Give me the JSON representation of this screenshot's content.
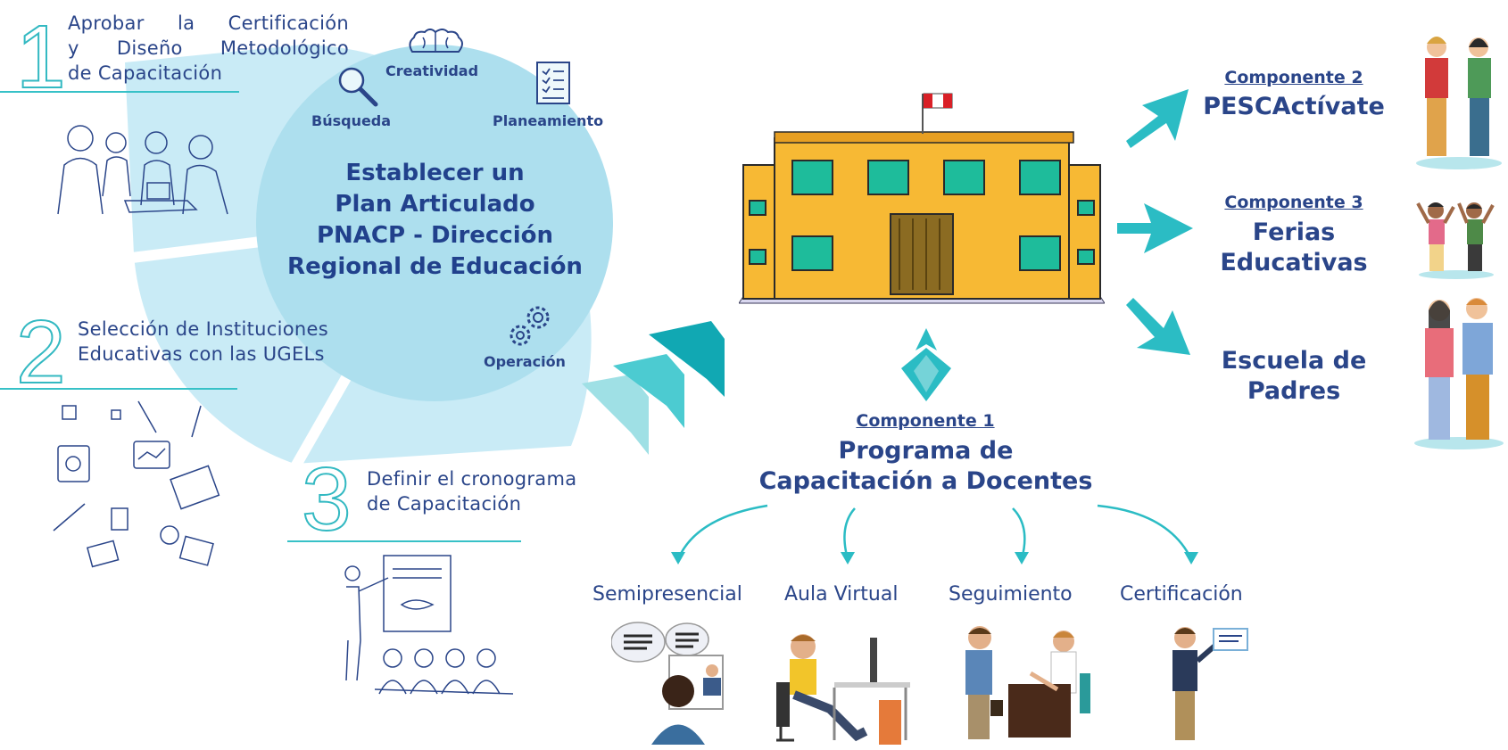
{
  "steps": [
    {
      "number": "1",
      "text_lines": [
        "Aprobar la Certificación",
        "y Diseño Metodológico",
        "de Capacitación"
      ]
    },
    {
      "number": "2",
      "text_lines": [
        "Selección de Instituciones",
        "Educativas con las UGELs"
      ]
    },
    {
      "number": "3",
      "text_lines": [
        "Definir el cronograma",
        "de Capacitación"
      ]
    }
  ],
  "center": {
    "lines": [
      "Establecer un",
      "Plan Articulado",
      "PNACP - Dirección",
      "Regional de Educación"
    ],
    "labels": {
      "creatividad": "Creatividad",
      "busqueda": "Búsqueda",
      "planeamiento": "Planeamiento",
      "operacion": "Operación"
    }
  },
  "components": {
    "c1": {
      "title": "Componente 1",
      "name_lines": [
        "Programa de",
        "Capacitación a Docentes"
      ]
    },
    "c2": {
      "title": "Componente 2",
      "name_lines": [
        "PESCActívate"
      ]
    },
    "c3": {
      "title": "Componente 3",
      "name_lines": [
        "Ferias",
        "Educativas"
      ]
    },
    "c4": {
      "name_lines": [
        "Escuela de",
        "Padres"
      ]
    }
  },
  "sub_items": [
    "Semipresencial",
    "Aula Virtual",
    "Seguimiento",
    "Certificación"
  ],
  "colors": {
    "teal": "#33bfc4",
    "navy": "#2a4589",
    "light_blue": "#c9ebf6",
    "circle": "#addfee",
    "building": "#f7b934"
  }
}
